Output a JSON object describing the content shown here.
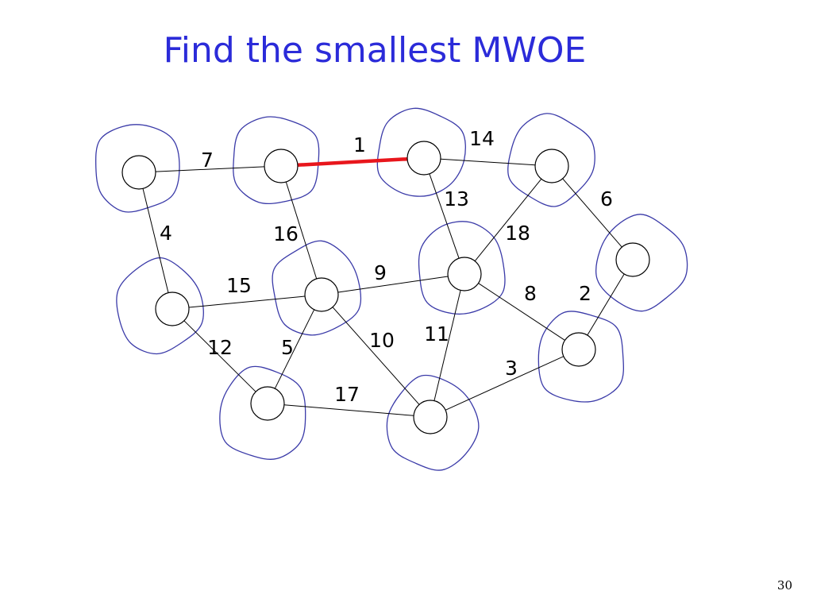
{
  "title": "Find the smallest MWOE",
  "page_number": "30",
  "colors": {
    "title": "#2b2bd9",
    "fragment_outline": "#3a3aa8",
    "highlight_edge": "#e8161c",
    "edge": "#000000"
  },
  "nodes": [
    {
      "id": "A"
    },
    {
      "id": "B"
    },
    {
      "id": "C"
    },
    {
      "id": "D"
    },
    {
      "id": "E"
    },
    {
      "id": "F"
    },
    {
      "id": "G"
    },
    {
      "id": "H"
    },
    {
      "id": "I"
    },
    {
      "id": "J"
    },
    {
      "id": "K"
    },
    {
      "id": "L"
    }
  ],
  "edges": [
    {
      "from": "A",
      "to": "B",
      "weight": "7"
    },
    {
      "from": "B",
      "to": "C",
      "weight": "1",
      "highlight": true
    },
    {
      "from": "C",
      "to": "D",
      "weight": "14"
    },
    {
      "from": "D",
      "to": "E",
      "weight": "6"
    },
    {
      "from": "A",
      "to": "F",
      "weight": "4"
    },
    {
      "from": "B",
      "to": "G",
      "weight": "16"
    },
    {
      "from": "C",
      "to": "H",
      "weight": "13"
    },
    {
      "from": "H",
      "to": "D",
      "weight": "18"
    },
    {
      "from": "F",
      "to": "G",
      "weight": "15"
    },
    {
      "from": "G",
      "to": "H",
      "weight": "9"
    },
    {
      "from": "H",
      "to": "I",
      "weight": "8"
    },
    {
      "from": "E",
      "to": "I",
      "weight": "2"
    },
    {
      "from": "F",
      "to": "J",
      "weight": "12"
    },
    {
      "from": "G",
      "to": "J",
      "weight": "5"
    },
    {
      "from": "G",
      "to": "K",
      "weight": "10"
    },
    {
      "from": "H",
      "to": "K",
      "weight": "11"
    },
    {
      "from": "K",
      "to": "I",
      "weight": "3"
    },
    {
      "from": "J",
      "to": "K",
      "weight": "17"
    }
  ]
}
